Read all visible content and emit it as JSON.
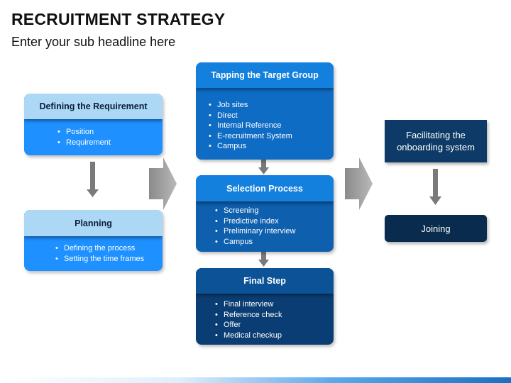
{
  "title": "RECRUITMENT STRATEGY",
  "subtitle": "Enter your sub headline here",
  "defining": {
    "title": "Defining the Requirement",
    "items": [
      "Position",
      "Requirement"
    ]
  },
  "planning": {
    "title": "Planning",
    "items": [
      "Defining the process",
      "Setting the time frames"
    ]
  },
  "tapping": {
    "title": "Tapping the Target Group",
    "items": [
      "Job sites",
      "Direct",
      "Internal Reference",
      "E-recruitment System",
      "Campus"
    ]
  },
  "selection": {
    "title": "Selection Process",
    "items": [
      "Screening",
      "Predictive index",
      "Preliminary interview",
      "Campus"
    ]
  },
  "final": {
    "title": "Final Step",
    "items": [
      "Final interview",
      "Reference check",
      "Offer",
      "Medical checkup"
    ]
  },
  "onboarding": {
    "title": "Facilitating the onboarding system"
  },
  "joining": {
    "title": "Joining"
  },
  "colors": {
    "light_head": "#add8f5",
    "light_body": "#1e90ff",
    "mid": "#1380de",
    "dark": "#0b4f91",
    "navy": "#0d3a66"
  }
}
